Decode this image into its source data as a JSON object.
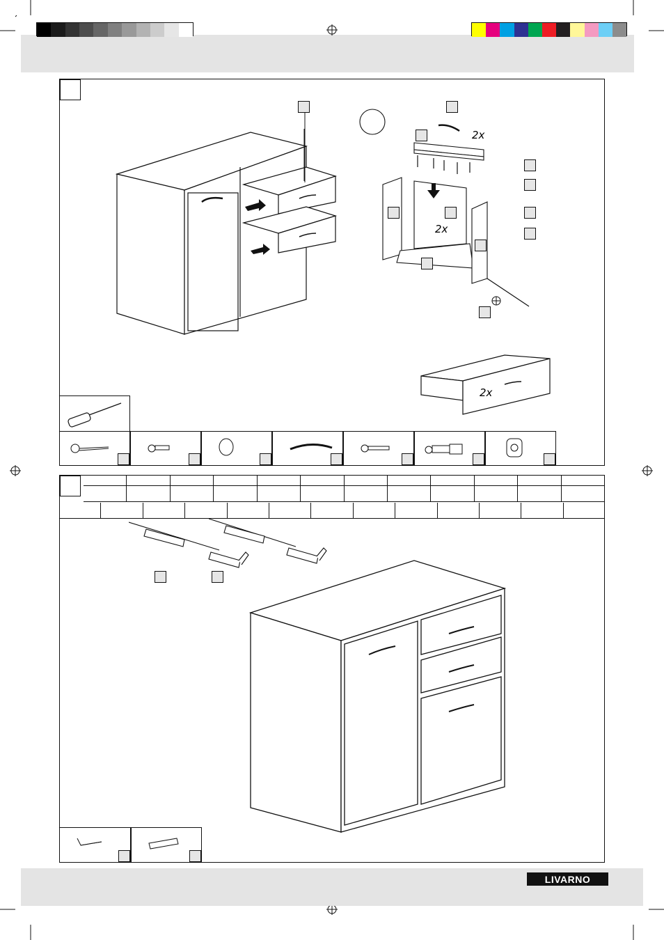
{
  "brand": {
    "logo_text": "LIVARNO"
  },
  "colors": {
    "greys": [
      "#000000",
      "#1b1b1b",
      "#333333",
      "#4d4d4d",
      "#666666",
      "#808080",
      "#999999",
      "#b3b3b3",
      "#cccccc",
      "#e6e6e6",
      "#ffffff"
    ],
    "process": [
      "#ffff00",
      "#e6007e",
      "#00a0e3",
      "#2e3192",
      "#00a651",
      "#ed1c24",
      "#231f20",
      "#fff799",
      "#f49ac1",
      "#6dcff6",
      "#8c8c8c"
    ],
    "band": "#e4e4e4"
  },
  "step1": {
    "quantity_labels": [
      "2x",
      "2x",
      "2x"
    ],
    "tool_icon": "screwdriver-icon",
    "part_icons": [
      "wood-screw-icon",
      "short-screw-icon",
      "cap-icon",
      "handle-icon",
      "long-screw-icon",
      "cam-bolt-icon",
      "cam-lock-icon"
    ]
  },
  "step2": {
    "part_icons": [
      "wall-screw-icon",
      "wall-plug-icon"
    ]
  }
}
